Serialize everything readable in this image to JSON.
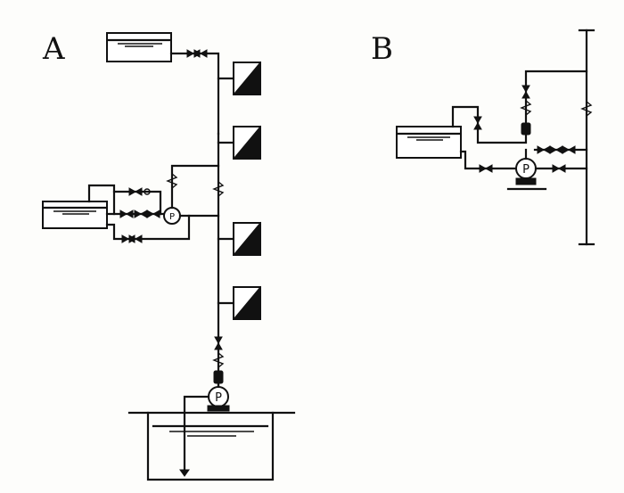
{
  "figure": {
    "panels": [
      {
        "label": "A"
      },
      {
        "label": "B"
      }
    ],
    "pump_symbol": "P"
  }
}
